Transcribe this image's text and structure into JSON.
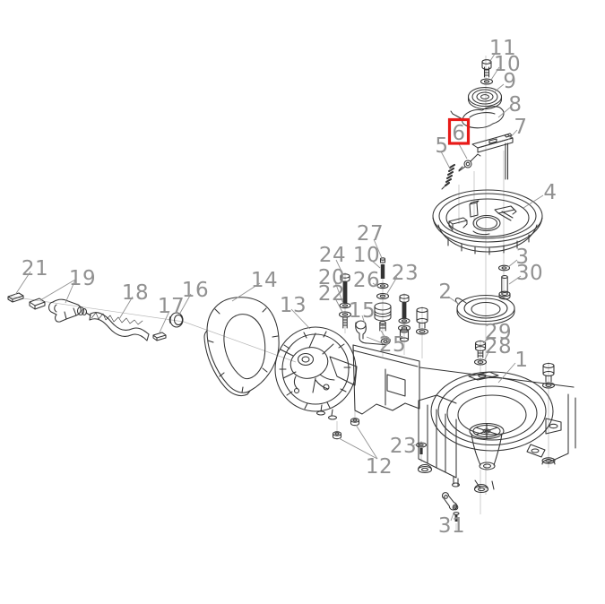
{
  "diagram": {
    "kind": "exploded-parts-diagram",
    "background_color": "#ffffff",
    "artwork_color": "#333333",
    "callout_color": "#919191",
    "centerline_color": "#b6b6b6",
    "highlight": {
      "part_number": "6",
      "box_color": "#e81a18"
    },
    "callouts": [
      {
        "part": "11"
      },
      {
        "part": "10"
      },
      {
        "part": "9"
      },
      {
        "part": "8"
      },
      {
        "part": "7"
      },
      {
        "part": "6"
      },
      {
        "part": "5"
      },
      {
        "part": "4"
      },
      {
        "part": "3"
      },
      {
        "part": "30"
      },
      {
        "part": "2"
      },
      {
        "part": "29"
      },
      {
        "part": "28"
      },
      {
        "part": "1"
      },
      {
        "part": "27"
      },
      {
        "part": "10"
      },
      {
        "part": "26"
      },
      {
        "part": "23"
      },
      {
        "part": "24"
      },
      {
        "part": "20"
      },
      {
        "part": "22"
      },
      {
        "part": "15"
      },
      {
        "part": "25"
      },
      {
        "part": "21"
      },
      {
        "part": "19"
      },
      {
        "part": "18"
      },
      {
        "part": "17"
      },
      {
        "part": "16"
      },
      {
        "part": "14"
      },
      {
        "part": "13"
      },
      {
        "part": "23"
      },
      {
        "part": "12"
      },
      {
        "part": "31"
      }
    ]
  }
}
